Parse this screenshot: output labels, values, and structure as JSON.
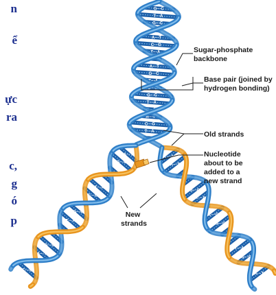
{
  "left_text_fragments": [
    "n",
    "ể",
    "ực",
    "ra",
    "c,",
    "g",
    "ó",
    "p"
  ],
  "labels": {
    "sugar_phosphate": [
      "Sugar-phosphate",
      "backbone"
    ],
    "base_pair": [
      "Base pair (joined by",
      "hydrogen bonding)"
    ],
    "old_strands": [
      "Old strands"
    ],
    "nucleotide": [
      "Nucleotide",
      "about to be",
      "added to a",
      "new strand"
    ],
    "new_strands": [
      "New",
      "strands"
    ]
  },
  "base_pair_letters": [
    "G",
    "C",
    "T",
    "A",
    "G",
    "C",
    "A",
    "T",
    "C",
    "G",
    "T",
    "A",
    "A",
    "T",
    "G",
    "C",
    "T",
    "A",
    "C",
    "G"
  ],
  "colors": {
    "old_strand": "#2f7fc8",
    "old_strand_light": "#8cc4ef",
    "new_strand": "#e8951f",
    "new_strand_light": "#f8c766",
    "rung": "#1d5fa8",
    "leader": "#1a1a1a",
    "side_text": "#1c2f8f"
  }
}
